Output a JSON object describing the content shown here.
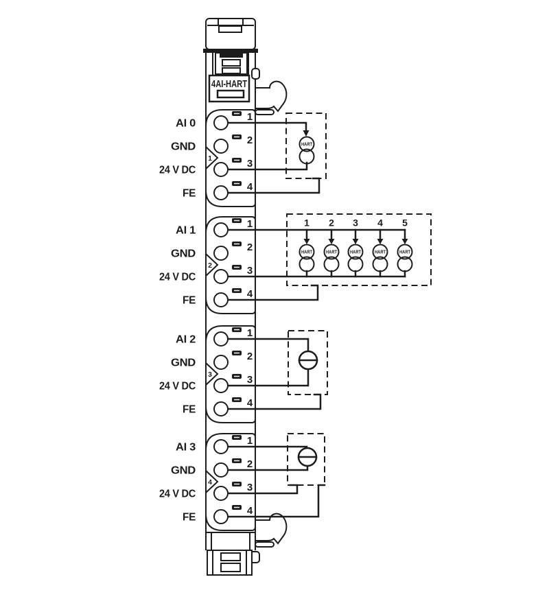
{
  "diagram": {
    "line_color": "#1c1c1c",
    "background_color": "#ffffff"
  },
  "module": {
    "label": "4AI-HART"
  },
  "groups": [
    {
      "marker": "1",
      "channel": "AI 0",
      "terminals": [
        {
          "no": "1",
          "label": "AI 0"
        },
        {
          "no": "2",
          "label": "GND"
        },
        {
          "no": "3",
          "label": "24 V DC"
        },
        {
          "no": "4",
          "label": "FE"
        }
      ],
      "device": {
        "kind": "hart-field-device",
        "label": "HART"
      }
    },
    {
      "marker": "2",
      "channel": "AI 1",
      "terminals": [
        {
          "no": "1",
          "label": "AI 1"
        },
        {
          "no": "2",
          "label": "GND"
        },
        {
          "no": "3",
          "label": "24 V DC"
        },
        {
          "no": "4",
          "label": "FE"
        }
      ],
      "device": {
        "kind": "hart-multidrop-field-devices",
        "label": "HART",
        "numbers": [
          "1",
          "2",
          "3",
          "4",
          "5"
        ]
      }
    },
    {
      "marker": "3",
      "channel": "AI 2",
      "terminals": [
        {
          "no": "1",
          "label": "AI 2"
        },
        {
          "no": "2",
          "label": "GND"
        },
        {
          "no": "3",
          "label": "24 V DC"
        },
        {
          "no": "4",
          "label": "FE"
        }
      ],
      "device": {
        "kind": "two-wire-transmitter"
      }
    },
    {
      "marker": "4",
      "channel": "AI 3",
      "terminals": [
        {
          "no": "1",
          "label": "AI 3"
        },
        {
          "no": "2",
          "label": "GND"
        },
        {
          "no": "3",
          "label": "24 V DC"
        },
        {
          "no": "4",
          "label": "FE"
        }
      ],
      "device": {
        "kind": "two-wire-transmitter"
      }
    }
  ]
}
